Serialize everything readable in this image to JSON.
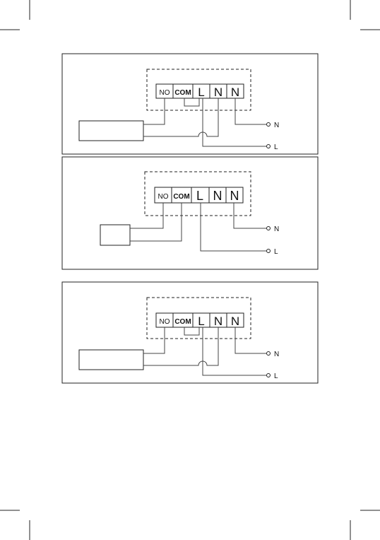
{
  "diagrams": [
    {
      "terminals": [
        "NO",
        "COM",
        "L",
        "N",
        "N"
      ],
      "outputs": [
        "N",
        "L"
      ]
    },
    {
      "terminals": [
        "NO",
        "COM",
        "L",
        "N",
        "N"
      ],
      "outputs": [
        "N",
        "L"
      ]
    },
    {
      "terminals": [
        "NO",
        "COM",
        "L",
        "N",
        "N"
      ],
      "outputs": [
        "N",
        "L"
      ]
    }
  ]
}
